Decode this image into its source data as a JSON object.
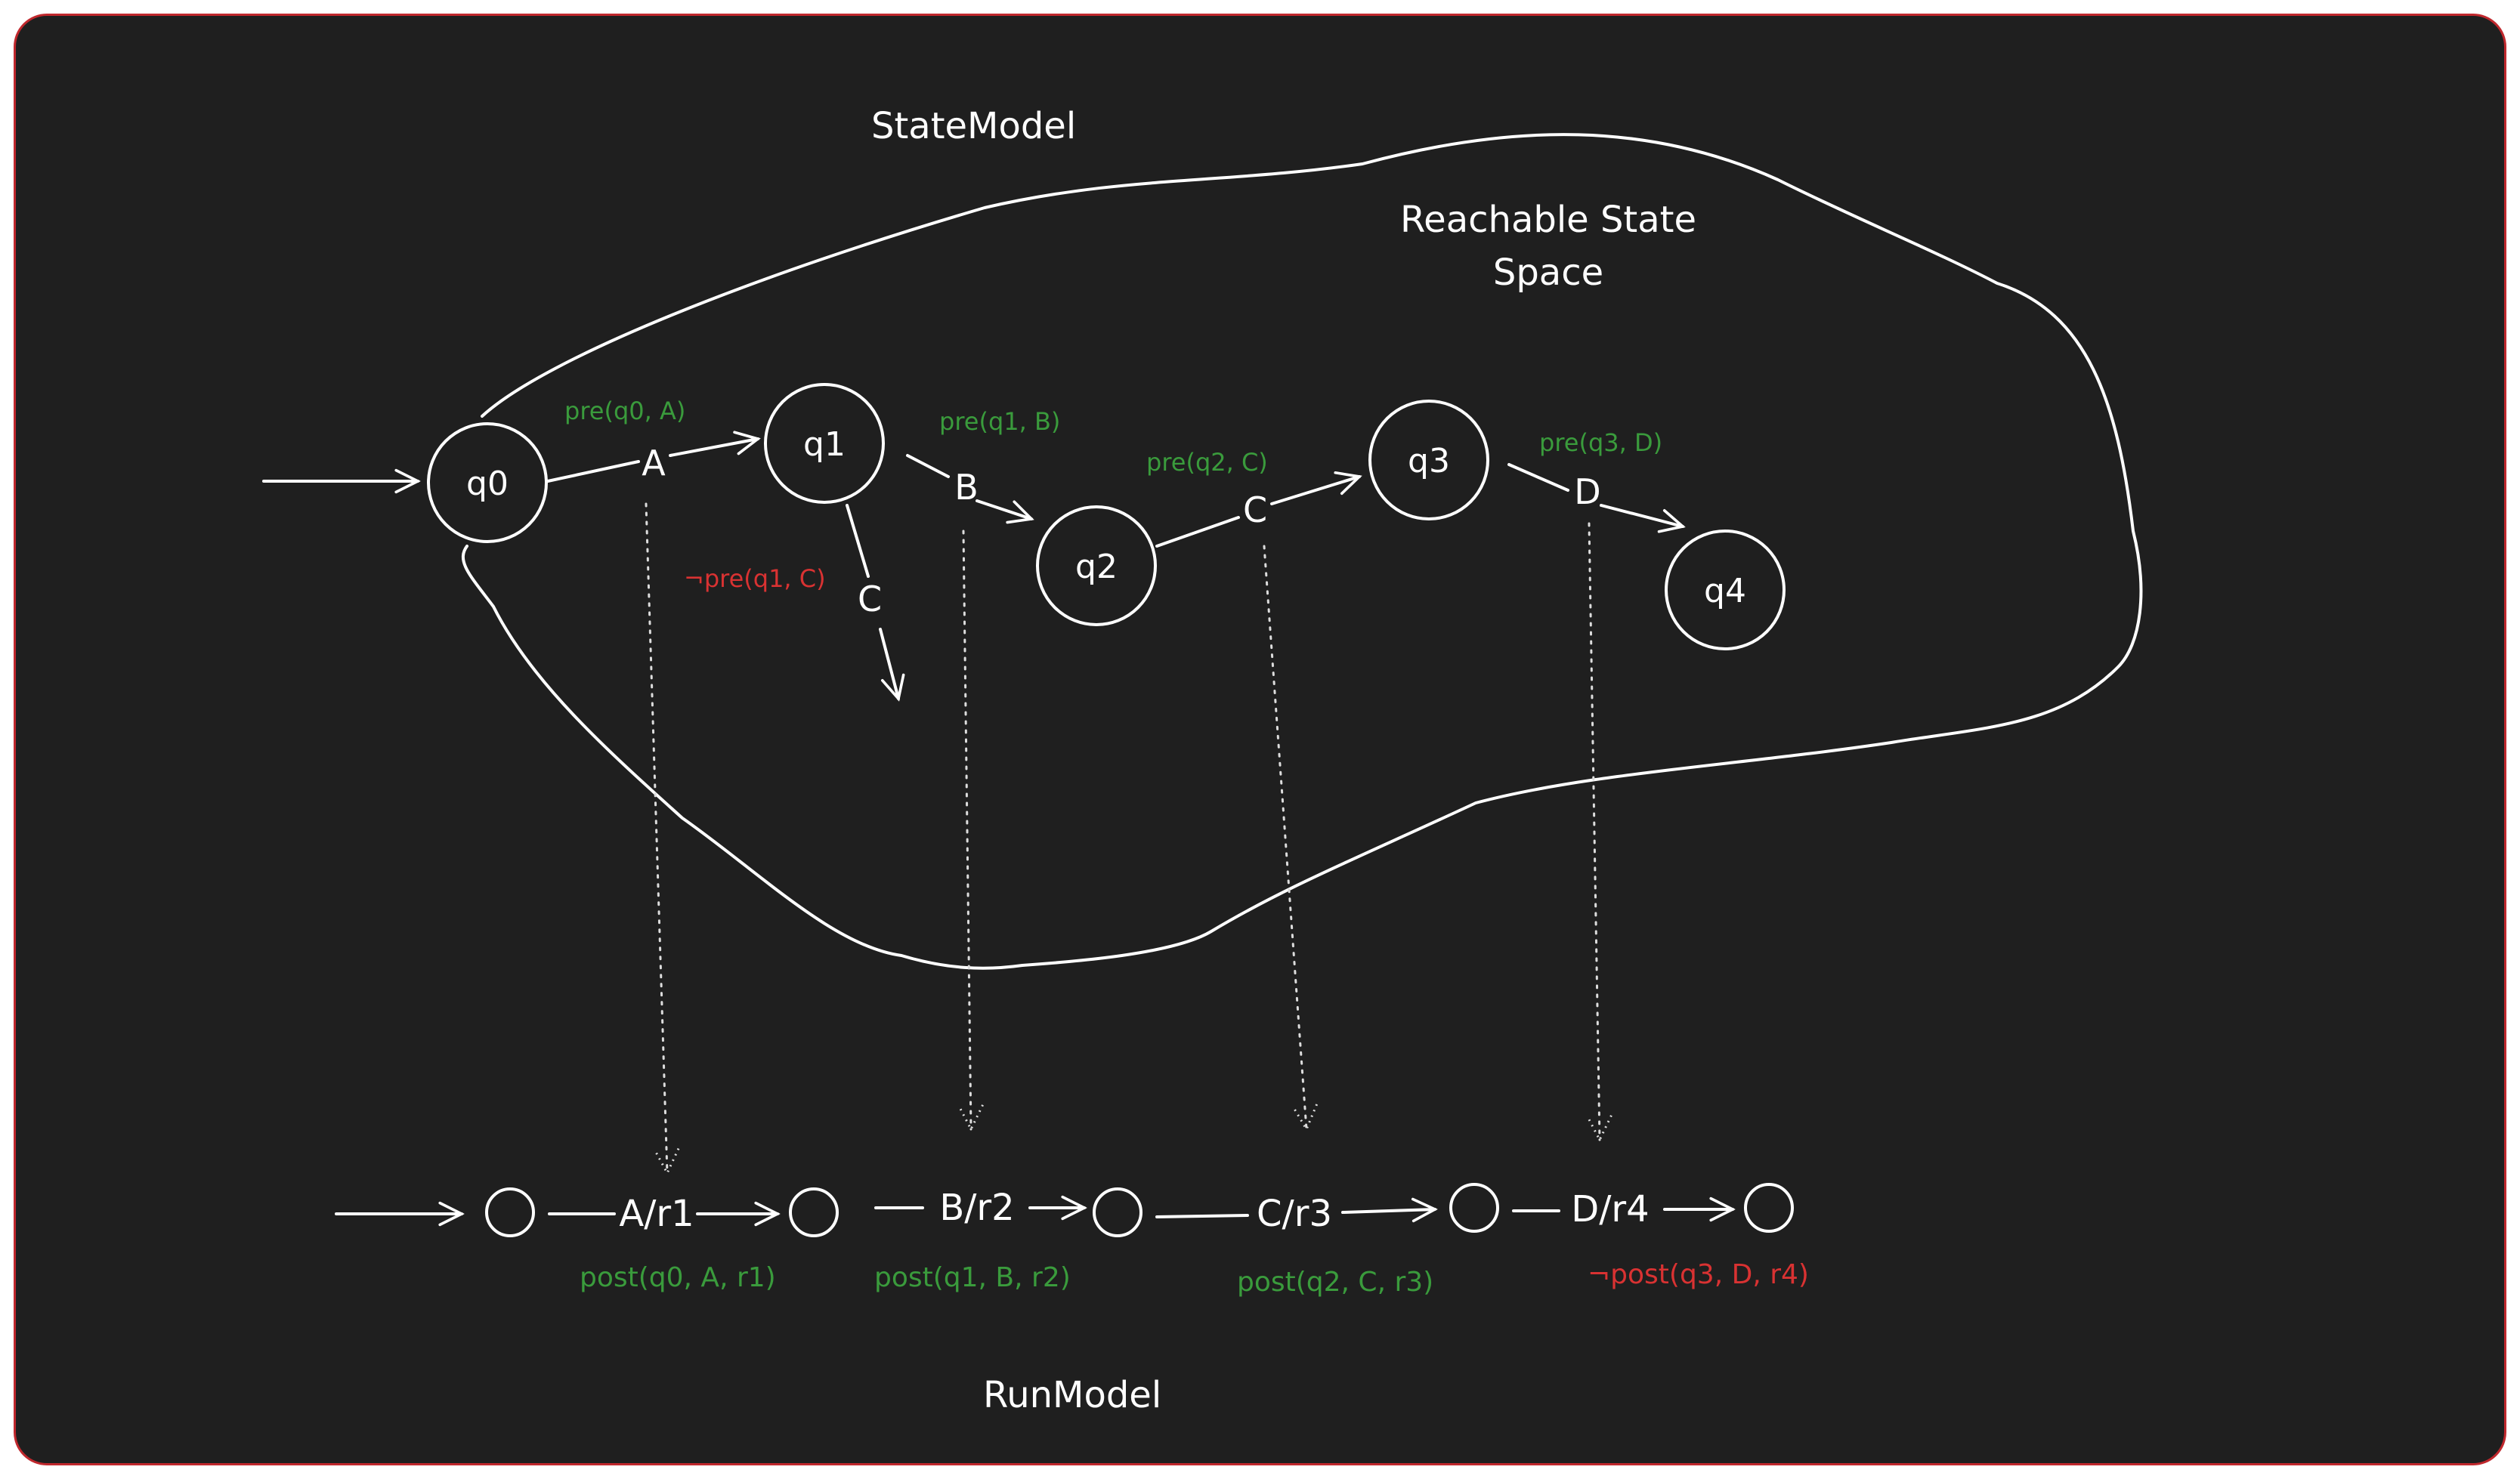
{
  "titles": {
    "state_model": "StateModel",
    "reachable_line1": "Reachable State",
    "reachable_line2": "Space",
    "run_model": "RunModel"
  },
  "states": {
    "q0": "q0",
    "q1": "q1",
    "q2": "q2",
    "q3": "q3",
    "q4": "q4"
  },
  "transitions": {
    "A": "A",
    "B": "B",
    "C_from_q1": "C",
    "C": "C",
    "D": "D"
  },
  "preconditions": {
    "pre_q0_A": "pre(q0, A)",
    "pre_q1_B": "pre(q1, B)",
    "pre_q2_C": "pre(q2, C)",
    "pre_q3_D": "pre(q3, D)",
    "not_pre_q1_C": "¬pre(q1, C)"
  },
  "run": {
    "A_r1": "A/r1",
    "B_r2": "B/r2",
    "C_r3": "C/r3",
    "D_r4": "D/r4"
  },
  "postconditions": {
    "post_q0_A_r1": "post(q0, A, r1)",
    "post_q1_B_r2": "post(q1, B, r2)",
    "post_q2_C_r3": "post(q2, C, r3)",
    "not_post_q3_D_r4": "¬post(q3, D, r4)"
  },
  "colors": {
    "background": "#1f1f1f",
    "frame_border": "#c0282d",
    "foreground": "#ffffff",
    "ok": "#3a9b3c",
    "fail": "#d93232"
  }
}
